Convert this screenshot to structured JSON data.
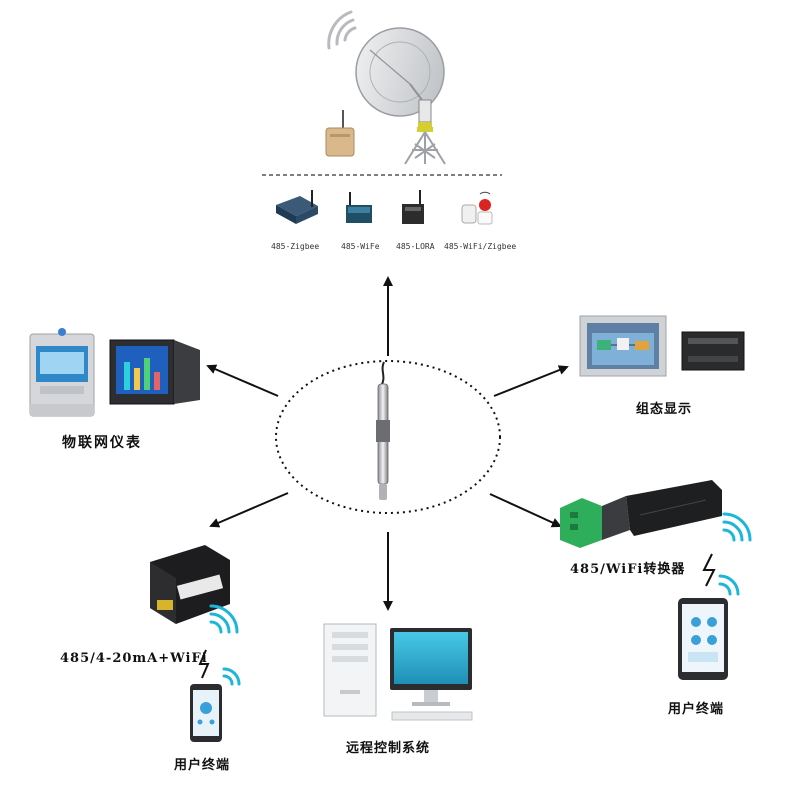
{
  "gateway": {
    "labels": [
      "485-Zigbee",
      "485-WiFe",
      "485-LORA",
      "485-WiFi/Zigbee"
    ]
  },
  "nodes": {
    "iot_meter": "物联网仪表",
    "scada_display": "组态显示",
    "wifi_converter": "485/WiFi转换器",
    "analog_wifi": "485/4-20mA+WiFi",
    "remote_control": "远程控制系统",
    "user_terminal_left": "用户终端",
    "user_terminal_right": "用户终端"
  },
  "colors": {
    "arrow": "#111111",
    "screen_teal": "#1aa9c9",
    "wifi_cyan": "#1bb6d8",
    "green_terminal": "#2eae5b",
    "device_gray": "#cfd2d6"
  }
}
